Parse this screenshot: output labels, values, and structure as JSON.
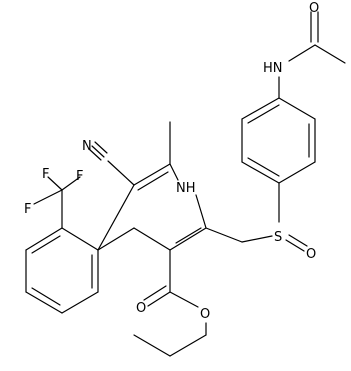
{
  "atoms": {
    "O_acetyl": "O",
    "NH_amide": "HN",
    "N_nitrile": "N",
    "NH_ring": "NH",
    "S_sulfinyl": "S",
    "O_sulfinyl": "O",
    "F1": "F",
    "F2": "F",
    "F3": "F",
    "O_ester_carbonyl": "O",
    "O_ester_alkoxy": "O"
  }
}
